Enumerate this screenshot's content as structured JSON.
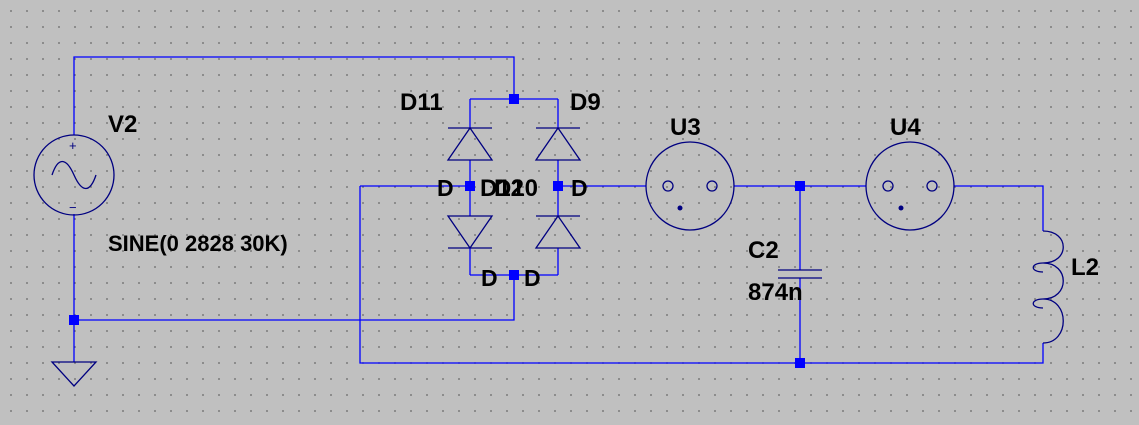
{
  "components": {
    "v2": {
      "ref": "V2",
      "value": "SINE(0 2828 30K)",
      "plus": "+",
      "minus": "−"
    },
    "d11": {
      "ref": "D11"
    },
    "d9": {
      "ref": "D9"
    },
    "d12_overlap": {
      "ref": "D12"
    },
    "d10_overlap": {
      "ref": "D10"
    },
    "u3": {
      "ref": "U3"
    },
    "u4": {
      "ref": "U4"
    },
    "c2": {
      "ref": "C2",
      "value": "874n"
    },
    "l2": {
      "ref": "L2"
    }
  },
  "pin_labels": {
    "left_mid": "D",
    "right_mid": "D",
    "bottom_left": "D",
    "bottom_right": "D"
  },
  "colors": {
    "background": "#c0c0c0",
    "grid_dot": "#7a7a7a",
    "wire": "#0000ff",
    "component": "#000080",
    "text": "#000000"
  }
}
